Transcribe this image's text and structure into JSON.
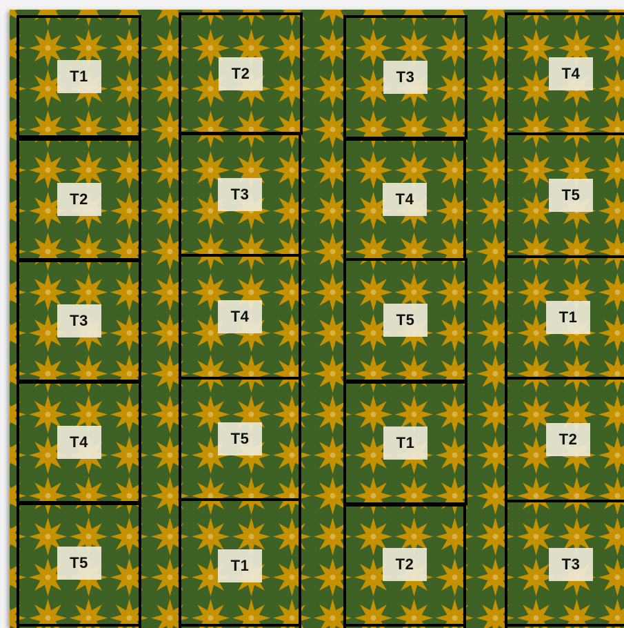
{
  "colors": {
    "field_green": "#3e6225",
    "star_gold": "#c69100",
    "star_core": "#f3e6b8",
    "border": "#000000",
    "label_bg": "#ece8d6"
  },
  "pattern": {
    "motif": "eight-point-star-icon"
  },
  "columns": [
    {
      "plots": [
        "T1",
        "T2",
        "T3",
        "T4",
        "T5"
      ]
    },
    {
      "plots": [
        "T2",
        "T3",
        "T4",
        "T5",
        "T1"
      ]
    },
    {
      "plots": [
        "T3",
        "T4",
        "T5",
        "T1",
        "T2"
      ]
    },
    {
      "plots": [
        "T4",
        "T5",
        "T1",
        "T2",
        "T3"
      ]
    }
  ]
}
